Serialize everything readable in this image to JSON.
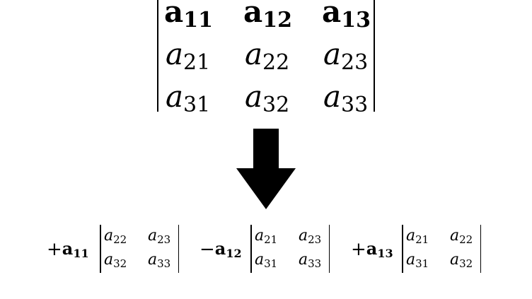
{
  "big_matrix": {
    "rows": [
      [
        {
          "base": "a",
          "sub": "11",
          "bold": true
        },
        {
          "base": "a",
          "sub": "12",
          "bold": true
        },
        {
          "base": "a",
          "sub": "13",
          "bold": true
        }
      ],
      [
        {
          "base": "a",
          "sub": "21",
          "bold": false
        },
        {
          "base": "a",
          "sub": "22",
          "bold": false
        },
        {
          "base": "a",
          "sub": "23",
          "bold": false
        }
      ],
      [
        {
          "base": "a",
          "sub": "31",
          "bold": false
        },
        {
          "base": "a",
          "sub": "32",
          "bold": false
        },
        {
          "base": "a",
          "sub": "33",
          "bold": false
        }
      ]
    ]
  },
  "arrow": {
    "direction": "down",
    "color": "#000000"
  },
  "terms": [
    {
      "sign": "+",
      "coef_base": "a",
      "coef_sub": "11",
      "minor": [
        [
          {
            "base": "a",
            "sub": "22"
          },
          {
            "base": "a",
            "sub": "23"
          }
        ],
        [
          {
            "base": "a",
            "sub": "32"
          },
          {
            "base": "a",
            "sub": "33"
          }
        ]
      ]
    },
    {
      "sign": "−",
      "coef_base": "a",
      "coef_sub": "12",
      "minor": [
        [
          {
            "base": "a",
            "sub": "21"
          },
          {
            "base": "a",
            "sub": "23"
          }
        ],
        [
          {
            "base": "a",
            "sub": "31"
          },
          {
            "base": "a",
            "sub": "33"
          }
        ]
      ]
    },
    {
      "sign": "+",
      "coef_base": "a",
      "coef_sub": "13",
      "minor": [
        [
          {
            "base": "a",
            "sub": "21"
          },
          {
            "base": "a",
            "sub": "22"
          }
        ],
        [
          {
            "base": "a",
            "sub": "31"
          },
          {
            "base": "a",
            "sub": "32"
          }
        ]
      ]
    }
  ]
}
